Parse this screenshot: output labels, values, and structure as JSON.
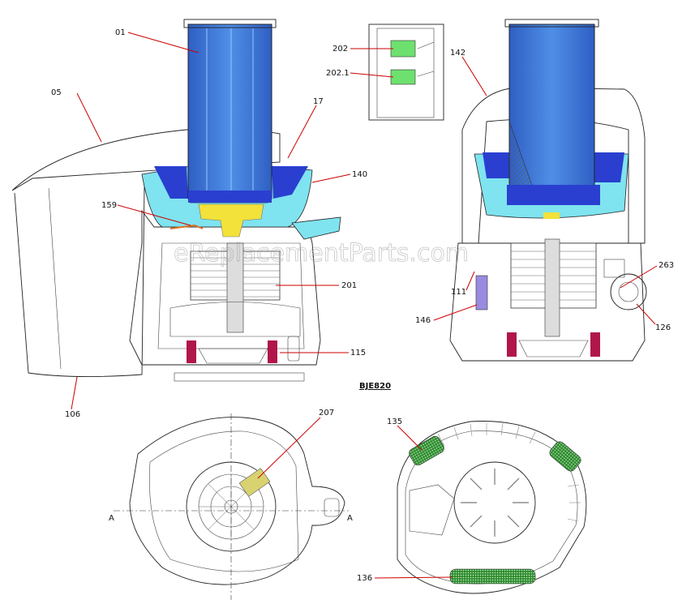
{
  "title": "BJE820",
  "watermark": "eReplacementParts.com",
  "callouts": {
    "c01": "01",
    "c05": "05",
    "c17": "17",
    "c140": "140",
    "c159": "159",
    "c201": "201",
    "c115": "115",
    "c106": "106",
    "c202": "202",
    "c2021": "202.1",
    "c142": "142",
    "c263": "263",
    "c111": "111",
    "c146": "146",
    "c126": "126",
    "c207": "207",
    "c135": "135",
    "c136": "136"
  },
  "section_mark": "A",
  "colors": {
    "filter_blue": "#3a7bd5",
    "bowl_blue": "#2a3fd0",
    "bowl_cyan": "#7fe3f0",
    "coupler_yellow": "#f2e23a",
    "switch_green": "#6ee06e",
    "fan_red": "#b0164a",
    "sensor_purple": "#9a8ae0",
    "leader_red": "#cc0000"
  }
}
